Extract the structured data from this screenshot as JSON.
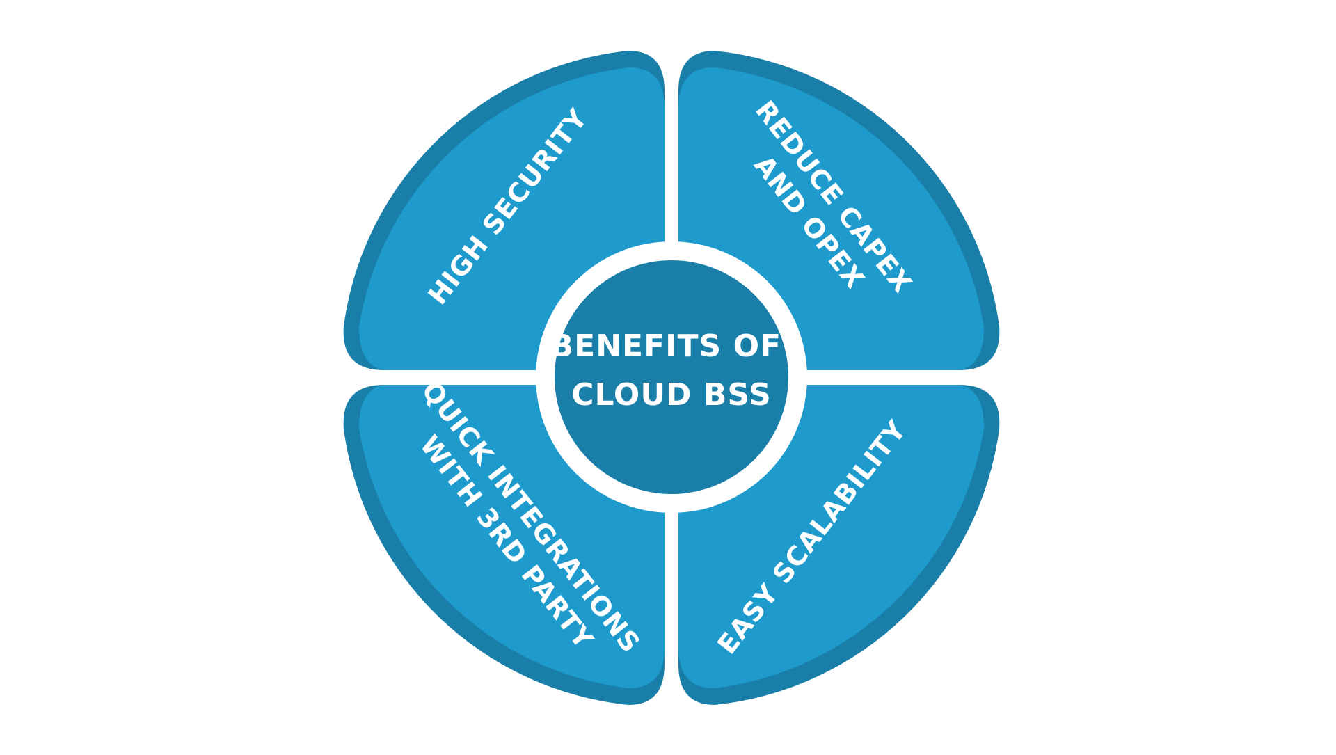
{
  "center": {
    "title_line1": "BENEFITS OF",
    "title_line2": "CLOUD BSS"
  },
  "segments": [
    {
      "id": "top-left",
      "lines": [
        "HIGH SECURITY"
      ]
    },
    {
      "id": "top-right",
      "lines": [
        "REDUCE CAPEX",
        "AND OPEX"
      ]
    },
    {
      "id": "bottom-left",
      "lines": [
        "QUICK INTEGRATIONS",
        "WITH 3RD PARTY"
      ]
    },
    {
      "id": "bottom-right",
      "lines": [
        "EASY SCALABILITY"
      ]
    }
  ],
  "colors": {
    "segment_outer": "#1a7fa8",
    "segment_inner": "#1e9bcc",
    "center_fill": "#1a7fa8",
    "ring": "#ffffff",
    "text": "#ffffff",
    "background": "#ffffff"
  }
}
